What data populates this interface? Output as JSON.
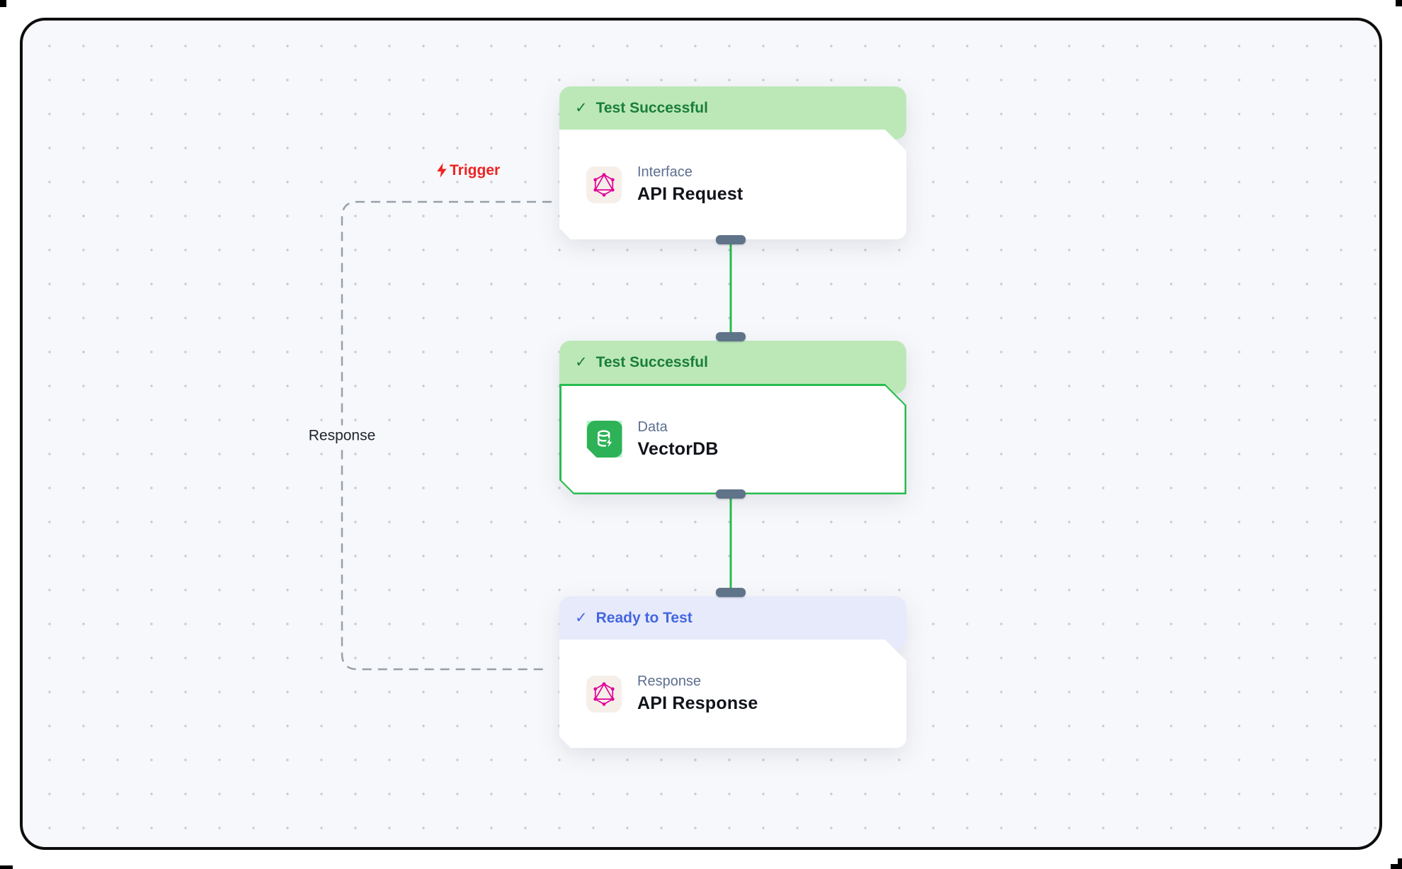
{
  "canvas": {
    "type": "workflow-editor-canvas",
    "background": "#f7f8fb",
    "grid": "dotted",
    "frame_border_color": "#0d0d0d"
  },
  "edge_labels": {
    "trigger": "Trigger",
    "response": "Response"
  },
  "icons": {
    "check": "✓",
    "trigger_bolt": "lightning-bolt-icon",
    "node1_icon": "graphql-icon",
    "node2_icon": "database-lightning-icon",
    "node3_icon": "graphql-icon"
  },
  "nodes": [
    {
      "status": "Test Successful",
      "state": "success",
      "category": "Interface",
      "title": "API Request"
    },
    {
      "status": "Test Successful",
      "state": "success-selected",
      "category": "Data",
      "title": "VectorDB"
    },
    {
      "status": "Ready to Test",
      "state": "ready",
      "category": "Response",
      "title": "API Response"
    }
  ],
  "colors": {
    "success_header_bg": "#bce8b8",
    "success_text": "#1a7e37",
    "ready_header_bg": "#e6eafb",
    "ready_text": "#4566df",
    "edge_green": "#27bd4d",
    "edge_dashed_gray": "#979fa9",
    "handle_slate": "#5f7389",
    "trigger_red": "#ee2222",
    "graphql_pink": "#e10098",
    "db_icon_green": "#2eb257"
  }
}
